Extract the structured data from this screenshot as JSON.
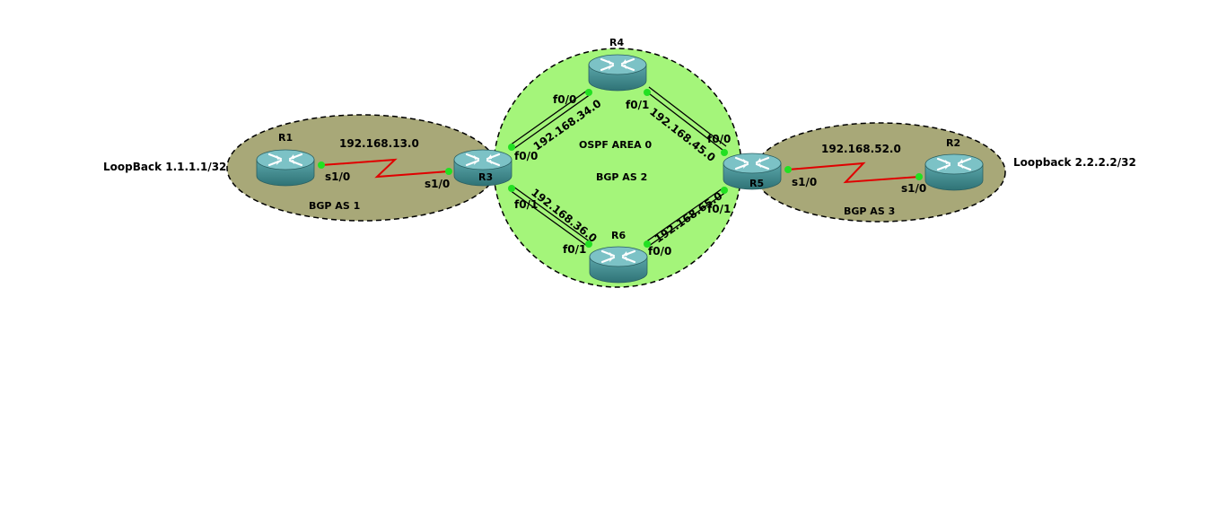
{
  "routers": [
    {
      "id": "r1",
      "name": "R1"
    },
    {
      "id": "r2",
      "name": "R2"
    },
    {
      "id": "r3",
      "name": "R3"
    },
    {
      "id": "r4",
      "name": "R4"
    },
    {
      "id": "r5",
      "name": "R5"
    },
    {
      "id": "r6",
      "name": "R6"
    }
  ],
  "areas": {
    "bgp_as1": "BGP AS 1",
    "bgp_as2": "BGP AS 2",
    "bgp_as3": "BGP AS 3",
    "ospf": "OSPF AREA 0"
  },
  "loopbacks": {
    "r1": "LoopBack 1.1.1.1/32",
    "r2": "Loopback 2.2.2.2/32"
  },
  "networks": {
    "r1_r3": "192.168.13.0",
    "r3_r4": "192.168.34.0",
    "r4_r5": "192.168.45.0",
    "r3_r6": "192.168.36.0",
    "r6_r5": "192.168.65.0",
    "r5_r2": "192.168.52.0"
  },
  "interfaces": {
    "r1_s10": "s1/0",
    "r3_s10": "s1/0",
    "r3_f00": "f0/0",
    "r3_f01": "f0/1",
    "r4_f00": "f0/0",
    "r4_f01": "f0/1",
    "r5_f00": "f0/0",
    "r5_f01": "f0/1",
    "r5_s10": "s1/0",
    "r6_f01": "f0/1",
    "r6_f00": "f0/0",
    "r2_s10": "s1/0"
  },
  "colors": {
    "bgp_area_fill": "#a8a878",
    "ospf_area_fill": "#a4f57a",
    "serial_link": "#e00000",
    "ethernet_link": "#000000",
    "port_dot": "#22e022",
    "router_body": "#3f8a8e",
    "router_top": "#6fb8bc"
  },
  "icons": {
    "router": "router-icon"
  }
}
